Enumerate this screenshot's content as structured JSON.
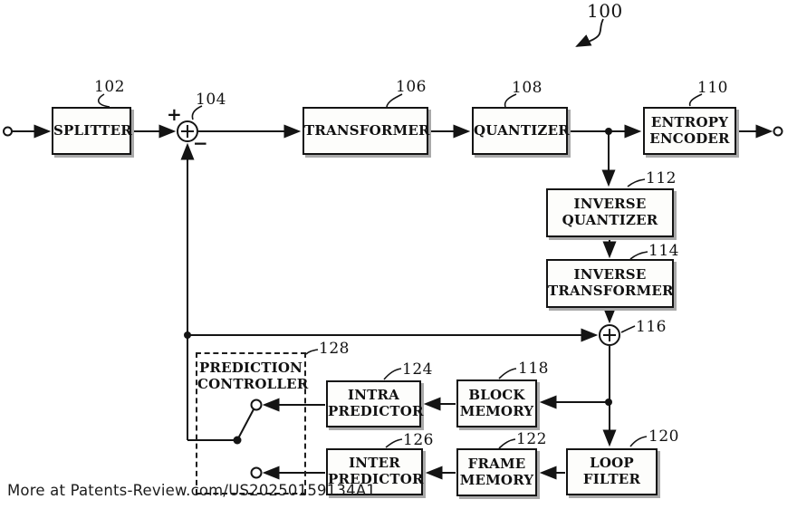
{
  "figure": {
    "number": "100",
    "watermark": "More at Patents-Review.com/US20250159134A1"
  },
  "blocks": {
    "splitter": {
      "label": "SPLITTER",
      "ref": "102"
    },
    "adder_main": {
      "ref": "104",
      "plus": "+",
      "minus": "−"
    },
    "transformer": {
      "label": "TRANSFORMER",
      "ref": "106"
    },
    "quantizer": {
      "label": "QUANTIZER",
      "ref": "108"
    },
    "entropy_encoder": {
      "label": "ENTROPY ENCODER",
      "ref": "110"
    },
    "inverse_quantizer": {
      "label": "INVERSE QUANTIZER",
      "ref": "112"
    },
    "inverse_transformer": {
      "label": "INVERSE TRANSFORMER",
      "ref": "114"
    },
    "adder_recon": {
      "ref": "116"
    },
    "block_memory": {
      "label": "BLOCK MEMORY",
      "ref": "118"
    },
    "loop_filter": {
      "label": "LOOP FILTER",
      "ref": "120"
    },
    "frame_memory": {
      "label": "FRAME MEMORY",
      "ref": "122"
    },
    "intra_predictor": {
      "label": "INTRA PREDICTOR",
      "ref": "124"
    },
    "inter_predictor": {
      "label": "INTER PREDICTOR",
      "ref": "126"
    },
    "prediction_controller": {
      "label": "PREDICTION CONTROLLER",
      "ref": "128"
    }
  },
  "colors": {
    "line": "#141414",
    "box_fill": "#fdfdfb",
    "shadow": "#a9a9a9",
    "background": "#ffffff"
  }
}
